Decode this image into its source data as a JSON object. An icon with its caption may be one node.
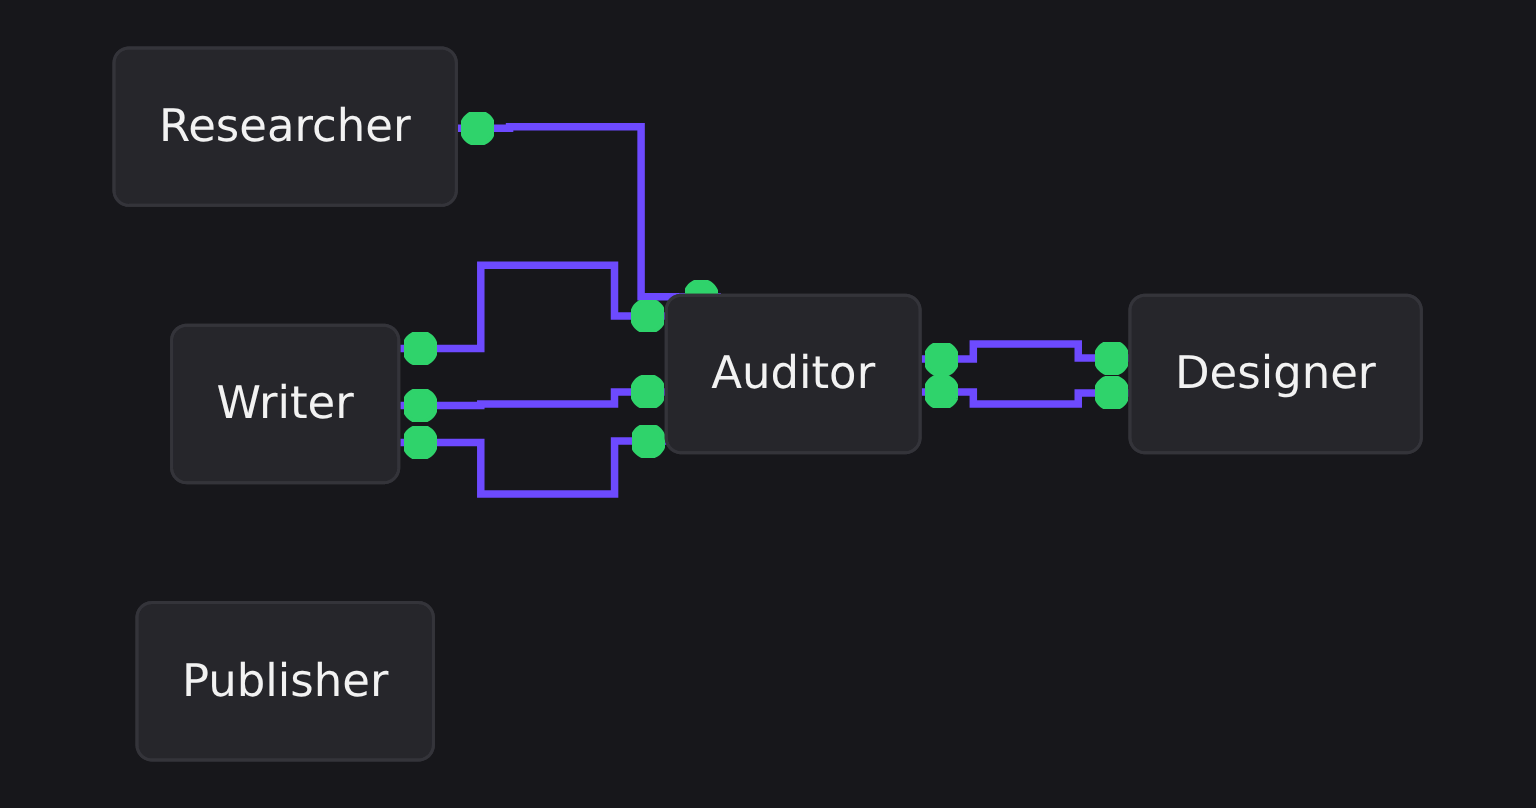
{
  "diagram": {
    "nodes": [
      {
        "text": [
          "Researcher"
        ]
      },
      {
        "text": [
          "Writer"
        ]
      },
      {
        "text": [
          "Auditor"
        ]
      },
      {
        "text": [
          "Designer"
        ]
      },
      {
        "text": [
          "Publisher"
        ]
      }
    ],
    "edges": [
      {
        "from": 0,
        "to": 2,
        "arrow": "other"
      },
      {
        "from": 1,
        "to": 2,
        "arrow": "other"
      },
      {
        "from": 1,
        "to": 2,
        "arrow": "other"
      },
      {
        "from": 1,
        "to": 2,
        "arrow": "other"
      },
      {
        "from": 2,
        "to": 3,
        "arrow": "other"
      },
      {
        "from": 2,
        "to": 3,
        "arrow": "other"
      }
    ]
  }
}
